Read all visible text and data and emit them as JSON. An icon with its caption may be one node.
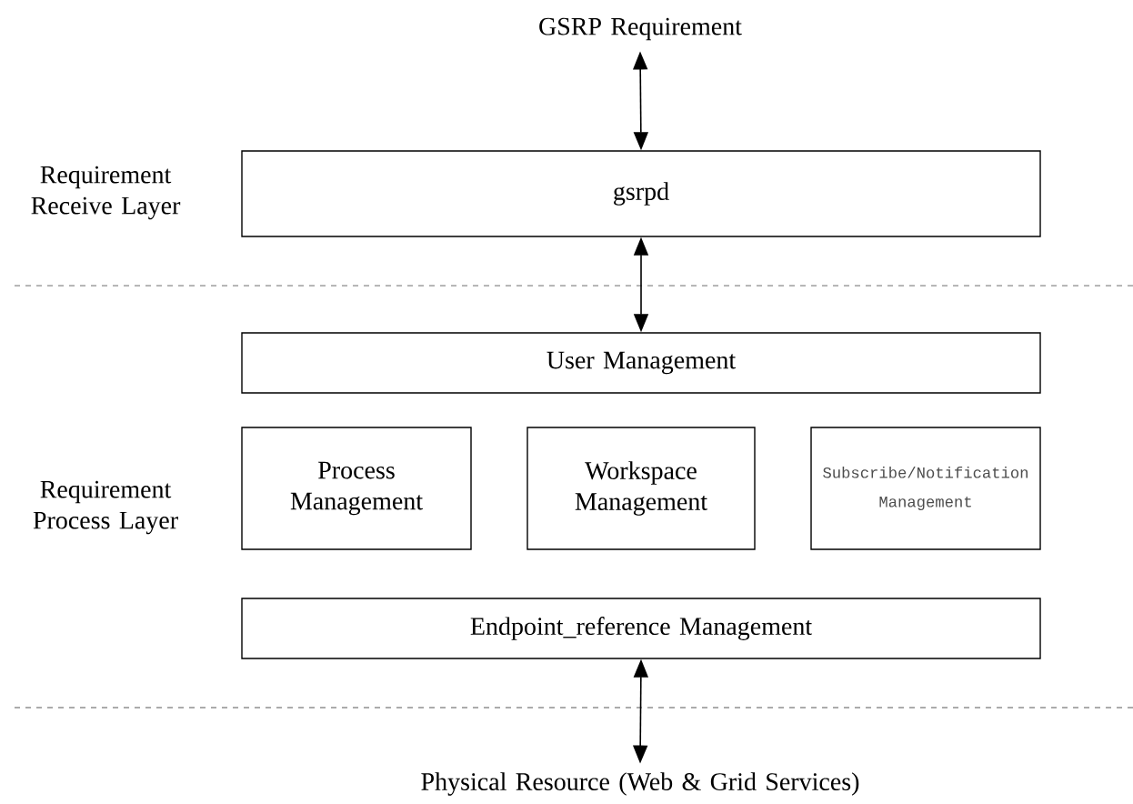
{
  "diagram": {
    "nodes": [
      {
        "text": [
          "GSRP Requirement"
        ]
      },
      {
        "text": [
          "gsrpd"
        ]
      },
      {
        "text": [
          "User Management"
        ]
      },
      {
        "text": [
          "Process Management"
        ]
      },
      {
        "text": [
          "Workspace Management"
        ]
      },
      {
        "text": [
          "Subscribe/Notification Management"
        ]
      },
      {
        "text": [
          "Endpoint_reference Management"
        ]
      },
      {
        "text": [
          "Physical Resource (Web & Grid Services)"
        ]
      }
    ],
    "edges": [
      {
        "from": 0,
        "to": 1,
        "arrow": "both"
      },
      {
        "from": 1,
        "to": 2,
        "arrow": "both"
      },
      {
        "from": 6,
        "to": 7,
        "arrow": "both"
      }
    ],
    "labels": [
      "Requirement Receive Layer",
      "Requirement Process Layer"
    ]
  }
}
